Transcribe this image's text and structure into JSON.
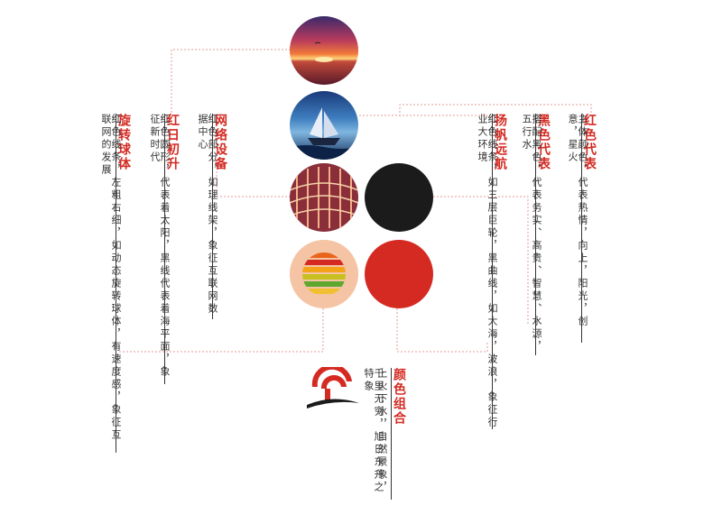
{
  "colors": {
    "red": "#d42a22",
    "black": "#1b1b1b",
    "guide": "#e39a9a",
    "text": "#333333"
  },
  "groups": {
    "red_rep": {
      "title": "红色代表",
      "body": "主体颜色，代表热情，向上，阳光，创意，星火"
    },
    "black_rep": {
      "title": "黑色代表",
      "body": "搭配黑色，代表务实、高贵、智慧、水源，五行水"
    },
    "sail": {
      "title": "扬帆远航",
      "body": "红色线条，如三层巨轮，黑曲线，如大海，波浪，象征行业大环境"
    },
    "network": {
      "title": "网络设备",
      "body": "红色部分，如理线架，象征互联网数据中心"
    },
    "sunrise": {
      "title": "红日初升",
      "body": "红色圆形，代表着太阳，黑线代表着海平面，象征新时代"
    },
    "sphere": {
      "title": "旋转球体",
      "body": "红色线条，左粗右细，如动态旋转球体，有速度感，象征互联网的发展"
    },
    "combo": {
      "title": "颜色组合",
      "body1": "上火下水，自然景象，",
      "body2": "千里无穷，旭日东升之特象"
    }
  },
  "images": [
    "sunset-photo",
    "sailing-ship-photo",
    "server-rack-photo",
    "striped-sphere-graphic"
  ],
  "swatches": [
    "black-swatch",
    "red-swatch"
  ]
}
